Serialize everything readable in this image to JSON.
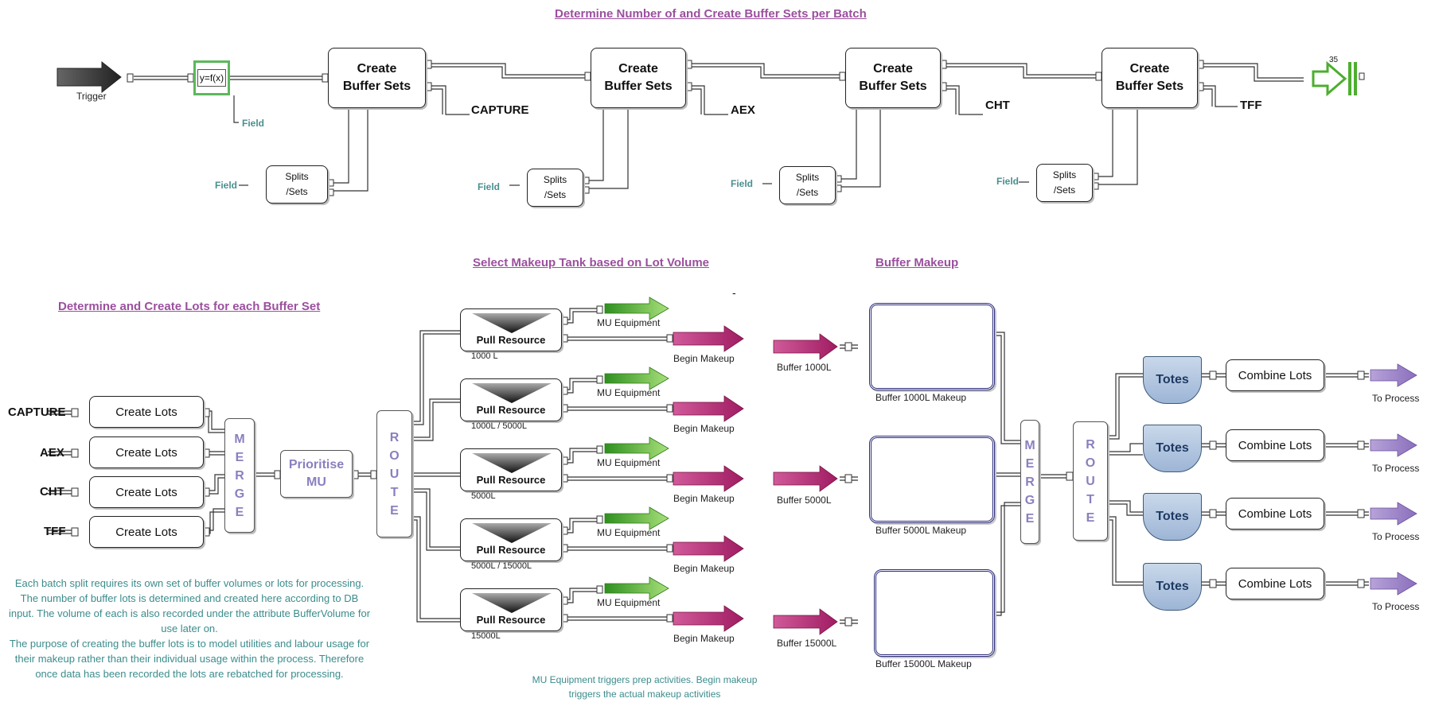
{
  "titles": {
    "top": "Determine Number of and Create Buffer Sets per Batch",
    "lots": "Determine and Create Lots for each Buffer Set",
    "select": "Select Makeup Tank based on Lot Volume",
    "makeup": "Buffer Makeup"
  },
  "top_flow": {
    "trigger": "Trigger",
    "function": "y=f(x)",
    "function_field": "Field",
    "create_buffer_sets": "Create\nBuffer Sets",
    "outputs": [
      "CAPTURE",
      "AEX",
      "CHT",
      "TFF"
    ],
    "splits": "Splits\n/Sets",
    "field": "Field",
    "end_count": "35"
  },
  "lots_flow": {
    "inputs": [
      "CAPTURE",
      "AEX",
      "CHT",
      "TFF"
    ],
    "create_lots": "Create Lots",
    "merge_letters": [
      "M",
      "E",
      "R",
      "G",
      "E"
    ],
    "route_letters": [
      "R",
      "O",
      "U",
      "T",
      "E"
    ],
    "prioritise": "Prioritise\nMU"
  },
  "pull_resources": [
    {
      "label": "Pull Resource",
      "caption": "1000 L"
    },
    {
      "label": "Pull Resource",
      "caption": "1000L / 5000L"
    },
    {
      "label": "Pull Resource",
      "caption": "5000L"
    },
    {
      "label": "Pull Resource",
      "caption": "5000L / 15000L"
    },
    {
      "label": "Pull Resource",
      "caption": "15000L"
    }
  ],
  "mu_equipment": "MU Equipment",
  "begin_makeup": "Begin Makeup",
  "dash": "-",
  "makeup_tanks": [
    {
      "input": "Buffer 1000L",
      "caption": "Buffer 1000L Makeup"
    },
    {
      "input": "Buffer 5000L",
      "caption": "Buffer 5000L Makeup"
    },
    {
      "input": "Buffer 15000L",
      "caption": "Buffer 15000L Makeup"
    }
  ],
  "totes": "Totes",
  "combine_lots": "Combine Lots",
  "to_process": "To Process",
  "description": "Each batch split requires its own set of buffer volumes or lots for processing. The number of buffer lots is determined and created here according to DB input. The volume of each is also recorded under the attribute BufferVolume for use later on.\nThe purpose of creating the buffer lots is to model utilities and labour usage for their makeup rather than their individual usage within the process. Therefore once data has been recorded the lots are rebatched for processing.",
  "note": "MU Equipment triggers prep activities. Begin makeup triggers the actual makeup activities",
  "colors": {
    "title": "#9b4f9e",
    "teal": "#3c8c8c",
    "magenta_arrow": "#b0266e",
    "green_arrow": "#4cae2f",
    "purple_arrow": "#9a82c4",
    "totes_fill": "#a9c0de"
  }
}
